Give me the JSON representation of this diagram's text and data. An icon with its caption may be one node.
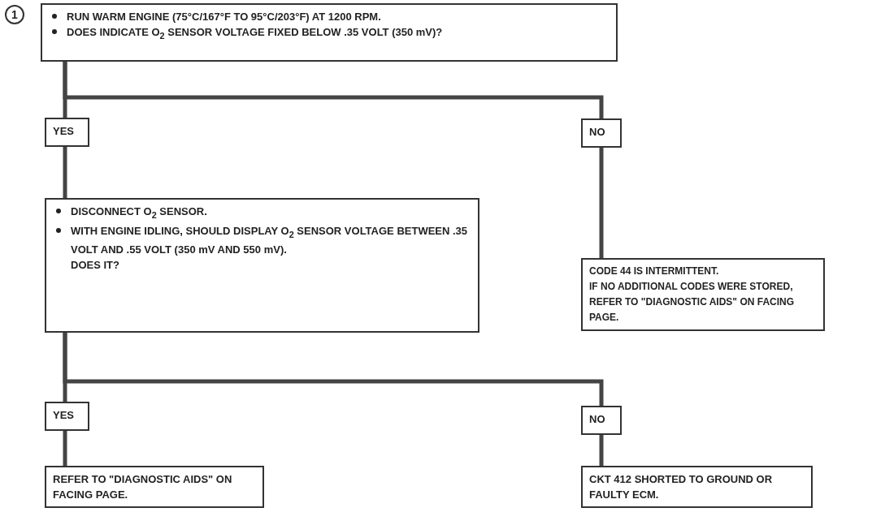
{
  "diagram": {
    "nodes": [
      {
        "text": [
          "RUN WARM ENGINE (75°C/167°F TO 95°C/203°F) AT 1200 RPM.",
          "DOES INDICATE O$_{2}$ SENSOR VOLTAGE FIXED BELOW .35 VOLT (350 mV)?"
        ]
      },
      {
        "text": [
          "YES"
        ]
      },
      {
        "text": [
          "NO"
        ]
      },
      {
        "text": [
          "DISCONNECT O$_{2}$ SENSOR.",
          "WITH ENGINE IDLING, SHOULD DISPLAY O$_{2}$ SENSOR VOLTAGE BETWEEN .35 VOLT AND .55 VOLT (350 mV AND 550 mV).",
          "DOES IT?"
        ]
      },
      {
        "text": [
          "CODE 44 IS INTERMITTENT.",
          "IF NO ADDITIONAL CODES WERE STORED, REFER TO \"DIAGNOSTIC AIDS\" ON FACING PAGE."
        ]
      },
      {
        "text": [
          "YES"
        ]
      },
      {
        "text": [
          "NO"
        ]
      },
      {
        "text": [
          "REFER TO \"DIAGNOSTIC AIDS\" ON FACING PAGE."
        ]
      },
      {
        "text": [
          "CKT 412 SHORTED TO GROUND OR FAULTY ECM."
        ]
      }
    ],
    "edges": [
      {
        "from": 0,
        "to": 1,
        "arrow": "none"
      },
      {
        "from": 0,
        "to": 2,
        "arrow": "none"
      },
      {
        "from": 1,
        "to": 3,
        "arrow": "none"
      },
      {
        "from": 2,
        "to": 4,
        "arrow": "none"
      },
      {
        "from": 3,
        "to": 5,
        "arrow": "none"
      },
      {
        "from": 3,
        "to": 6,
        "arrow": "none"
      },
      {
        "from": 5,
        "to": 7,
        "arrow": "none"
      },
      {
        "from": 6,
        "to": 8,
        "arrow": "none"
      }
    ],
    "labels": [
      "1"
    ]
  }
}
